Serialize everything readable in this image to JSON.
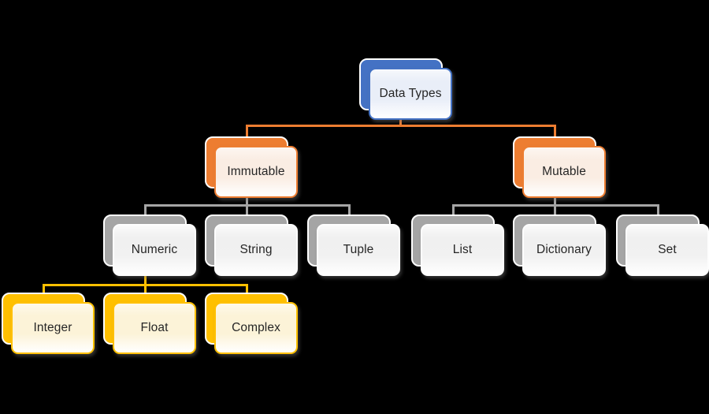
{
  "diagram": {
    "type": "hierarchy-tree",
    "background_color": "#000000",
    "text_color": "#262626",
    "palette": {
      "blue": "#4472C4",
      "orange": "#ED7D31",
      "gray": "#A5A5A5",
      "gold": "#FFC000",
      "blue_tint": "#E9EEF8",
      "orange_tint": "#FAEDE3",
      "gray_tint": "#F1F1F1",
      "gold_tint": "#FCF3D8"
    },
    "connector_colors": {
      "root_to_level2": "#ED7D31",
      "level2_to_level3": "#A5A5A5",
      "level3_to_level4": "#FFC000"
    }
  },
  "nodes": [
    {
      "label": "Data Types",
      "parent": null,
      "level": 1,
      "theme": "blue"
    },
    {
      "label": "Immutable",
      "parent": "Data Types",
      "level": 2,
      "theme": "orange"
    },
    {
      "label": "Mutable",
      "parent": "Data Types",
      "level": 2,
      "theme": "orange"
    },
    {
      "label": "Numeric",
      "parent": "Immutable",
      "level": 3,
      "theme": "gray"
    },
    {
      "label": "String",
      "parent": "Immutable",
      "level": 3,
      "theme": "gray"
    },
    {
      "label": "Tuple",
      "parent": "Immutable",
      "level": 3,
      "theme": "gray"
    },
    {
      "label": "List",
      "parent": "Mutable",
      "level": 3,
      "theme": "gray"
    },
    {
      "label": "Dictionary",
      "parent": "Mutable",
      "level": 3,
      "theme": "gray"
    },
    {
      "label": "Set",
      "parent": "Mutable",
      "level": 3,
      "theme": "gray"
    },
    {
      "label": "Integer",
      "parent": "Numeric",
      "level": 4,
      "theme": "gold"
    },
    {
      "label": "Float",
      "parent": "Numeric",
      "level": 4,
      "theme": "gold"
    },
    {
      "label": "Complex",
      "parent": "Numeric",
      "level": 4,
      "theme": "gold"
    }
  ]
}
